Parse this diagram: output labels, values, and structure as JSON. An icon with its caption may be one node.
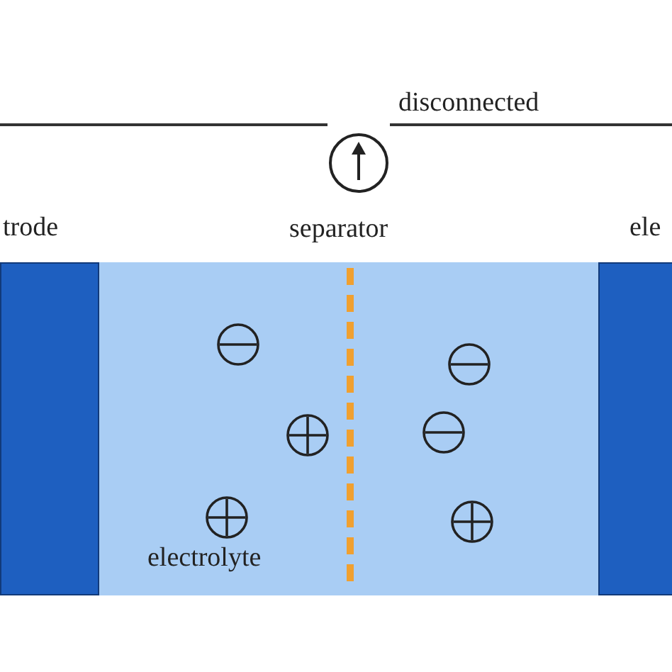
{
  "diagram": {
    "nodes": [
      {
        "text": [],
        "shape": "circle",
        "beside": [
          "disconnected"
        ]
      },
      {
        "text": [
          "trode"
        ]
      },
      {
        "text": [
          "separator"
        ]
      },
      {
        "text": [
          "ele"
        ]
      },
      {
        "text": [
          "electrolyte"
        ]
      }
    ]
  }
}
